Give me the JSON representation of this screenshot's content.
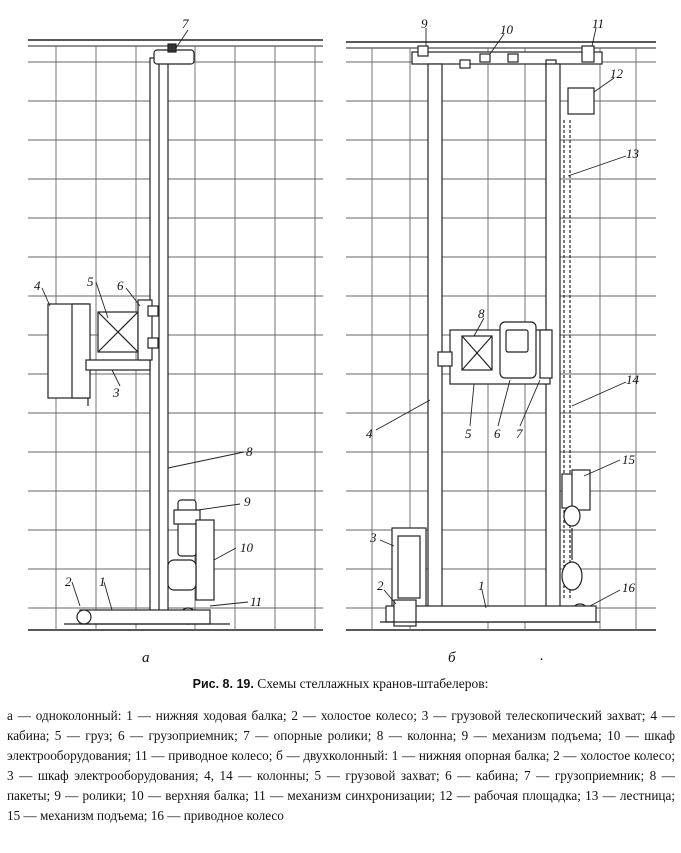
{
  "figure": {
    "labels_a": [
      "1",
      "2",
      "3",
      "4",
      "5",
      "6",
      "7",
      "8",
      "9",
      "10",
      "11"
    ],
    "labels_b": [
      "1",
      "2",
      "3",
      "4",
      "5",
      "6",
      "7",
      "8",
      "9",
      "10",
      "11",
      "12",
      "13",
      "14",
      "15",
      "16"
    ],
    "subfig_a": "а",
    "subfig_b": "б"
  },
  "caption": {
    "number": "Рис. 8. 19.",
    "title": " Схемы стеллажных кранов-штабелеров:"
  },
  "legend": {
    "text": "а — одноколонный: 1 — нижняя ходовая балка; 2 — холостое колесо; 3 — грузовой телескопический захват; 4 — кабина; 5 — груз; 6 — грузоприемник; 7 — опорные ролики; 8 — колонна; 9 — механизм подъема; 10 — шкаф электрооборудования; 11 — приводное колесо; б — двухколонный: 1 — нижняя опорная балка; 2 — холостое колесо; 3 — шкаф электрооборудования; 4, 14 — колонны; 5 — грузовой захват; 6 — кабина; 7 — грузоприемник; 8 — пакеты; 9 — ролики; 10 — верхняя балка; 11 — механизм синхронизации; 12 — рабочая площадка; 13 — лестница; 15 — механизм подъема; 16 — приводное колесо"
  }
}
